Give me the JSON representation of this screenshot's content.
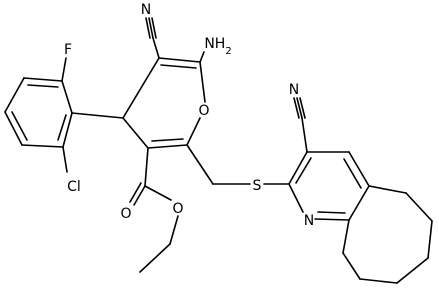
{
  "diagram": {
    "type": "chemical-structure",
    "line_color": "#000000",
    "background": "#ffffff",
    "labels": {
      "nitrile_n_top": "N",
      "amino": "NH2",
      "fluoro": "F",
      "chloro": "Cl",
      "pyran_oxygen": "O",
      "ester_carbonyl_o": "O",
      "ester_o": "O",
      "thioether_s": "S",
      "pyridine_nitrile_n": "N",
      "pyridine_n": "N"
    }
  }
}
